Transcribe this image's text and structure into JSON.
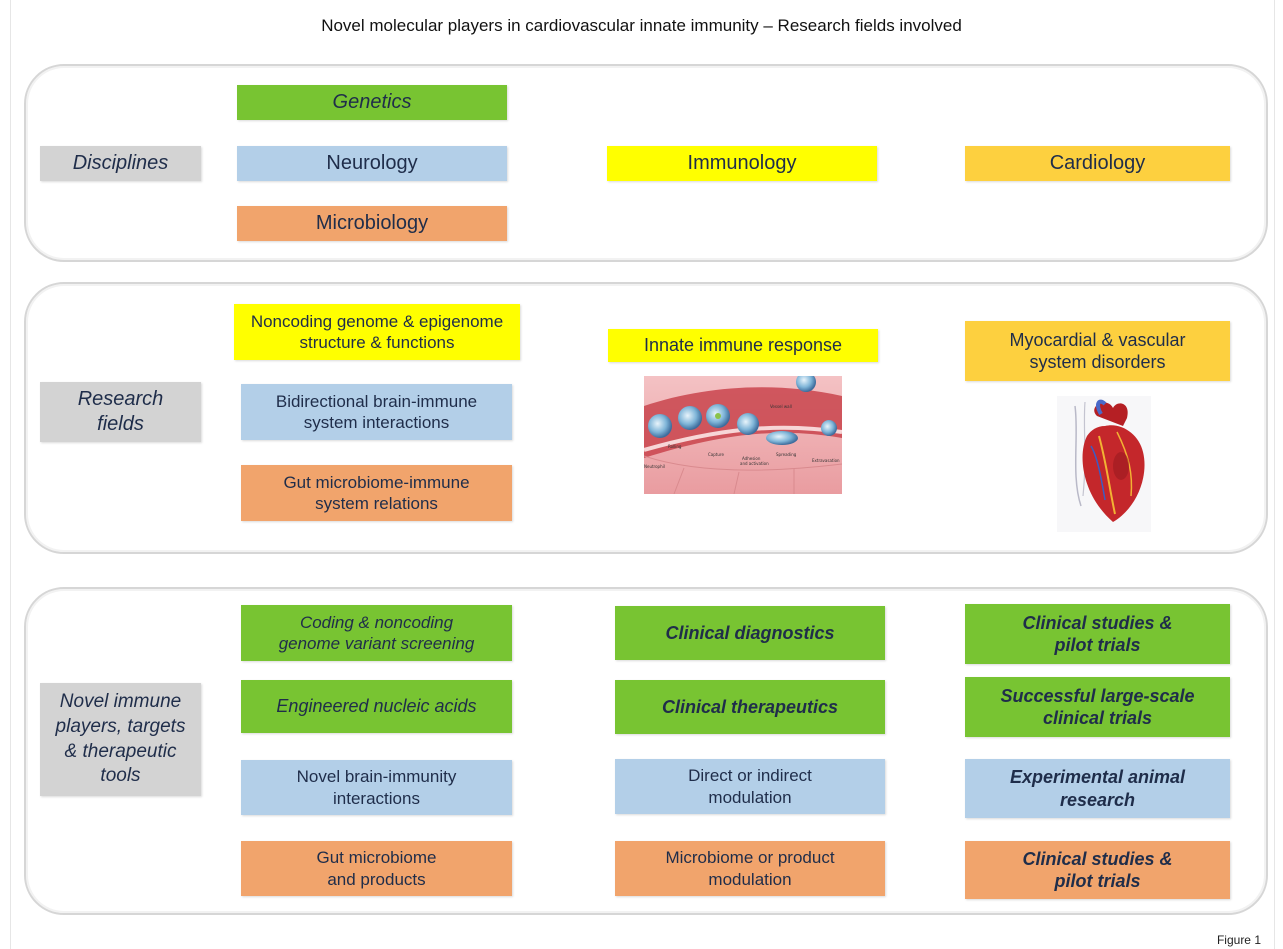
{
  "title": "Novel molecular players in cardiovascular innate immunity – Research fields involved",
  "figure_label": "Figure 1",
  "sections": {
    "disciplines": {
      "label": "Disciplines",
      "genetics": "Genetics",
      "neurology": "Neurology",
      "microbiology": "Microbiology",
      "immunology": "Immunology",
      "cardiology": "Cardiology"
    },
    "research_fields": {
      "label": "Research\nfields",
      "noncoding_genome": "Noncoding genome & epigenome\nstructure & functions",
      "brain_immune": "Bidirectional brain-immune\nsystem interactions",
      "gut_microbiome": "Gut microbiome-immune\nsystem relations",
      "innate_response": "Innate immune response",
      "myocardial": "Myocardial & vascular\nsystem disorders",
      "vessel_labels": [
        "Neutrophil",
        "Rolling",
        "Capture",
        "Adhesion\nand activation",
        "Spreading",
        "Extravasation",
        "Vessel wall"
      ]
    },
    "players": {
      "label": "Novel immune\nplayers, targets\n& therapeutic\ntools",
      "coding_screening": "Coding & noncoding\ngenome variant screening",
      "engineered_na": "Engineered nucleic acids",
      "brain_immunity": "Novel brain-immunity\ninteractions",
      "gut_products": "Gut microbiome\nand products",
      "clinical_diagnostics": "Clinical diagnostics",
      "clinical_therapeutics": "Clinical therapeutics",
      "direct_modulation": "Direct or indirect\nmodulation",
      "microbiome_modulation": "Microbiome or product\nmodulation",
      "clinical_studies_1": "Clinical studies &\npilot trials",
      "large_scale": "Successful large-scale\nclinical trials",
      "animal_research": "Experimental animal\nresearch",
      "clinical_studies_2": "Clinical studies &\npilot trials"
    }
  },
  "colors": {
    "green": "#78c432",
    "blue": "#b3cfe8",
    "orange": "#f1a46c",
    "yellow": "#ffff00",
    "gold": "#fdd03f",
    "grey": "#d3d3d3"
  }
}
